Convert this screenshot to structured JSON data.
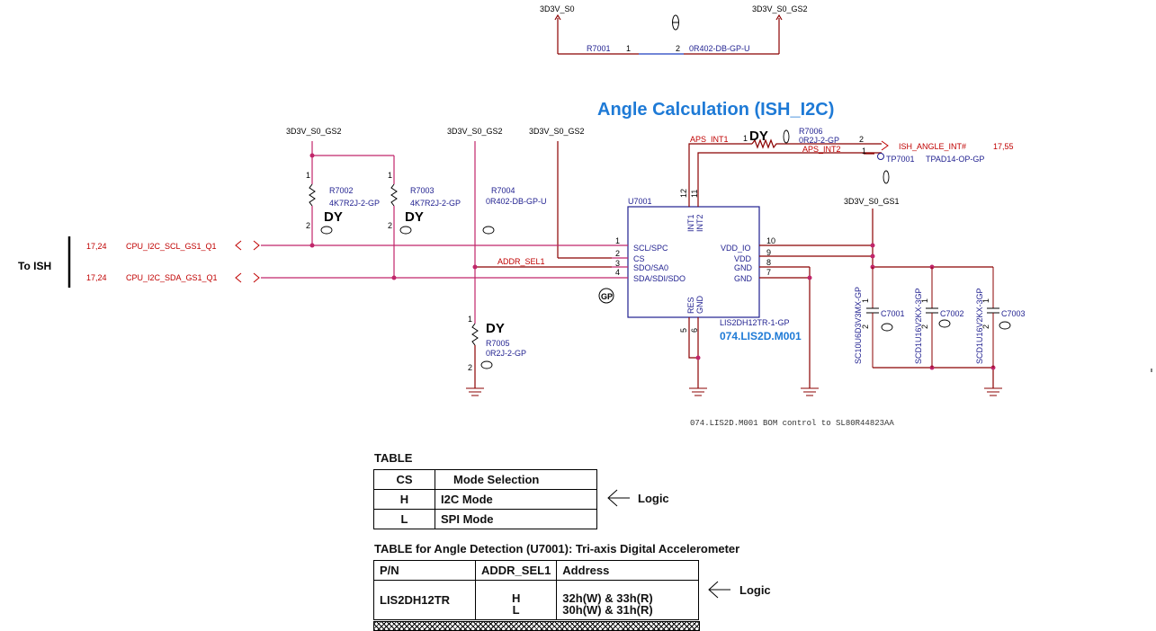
{
  "title": "Angle Calculation (ISH_I2C)",
  "to_label": "To ISH",
  "nets": {
    "top_left": "3D3V_S0",
    "top_right": "3D3V_S0_GS2",
    "pwr_a": "3D3V_S0_GS2",
    "pwr_b": "3D3V_S0_GS2",
    "pwr_c": "3D3V_S0_GS2",
    "pwr_gs1": "3D3V_S0_GS1",
    "scl": "CPU_I2C_SCL_GS1_Q1",
    "sda": "CPU_I2C_SDA_GS1_Q1",
    "scl_page": "17,24",
    "sda_page": "17,24",
    "addr_sel": "ADDR_SEL1",
    "aps_int1": "APS_INT1",
    "aps_int2": "APS_INT2",
    "ish_angle": "ISH_ANGLE_INT#",
    "ish_angle_page": "17,55"
  },
  "parts": {
    "r7001": {
      "ref": "R7001",
      "pin1": "1",
      "pin2": "2",
      "value": "0R402-DB-GP-U"
    },
    "r7002": {
      "ref": "R7002",
      "value": "4K7R2J-2-GP",
      "pin1": "1",
      "pin2": "2",
      "dy": "DY"
    },
    "r7003": {
      "ref": "R7003",
      "value": "4K7R2J-2-GP",
      "pin1": "1",
      "pin2": "2",
      "dy": "DY"
    },
    "r7004": {
      "ref": "R7004",
      "value": "0R402-DB-GP-U"
    },
    "r7005": {
      "ref": "R7005",
      "value": "0R2J-2-GP",
      "pin1": "1",
      "pin2": "2",
      "dy": "DY"
    },
    "r7006": {
      "ref": "R7006",
      "value": "0R2J-2-GP",
      "pin1": "1",
      "pin2": "2",
      "dy": "DY"
    },
    "tp7001": {
      "ref": "TP7001",
      "value": "TPAD14-OP-GP",
      "pin": "1"
    },
    "u7001": {
      "ref": "U7001",
      "part": "LIS2DH12TR-1-GP",
      "bom": "074.LIS2D.M001",
      "left_pins": [
        {
          "num": "1",
          "name": "SCL/SPC"
        },
        {
          "num": "2",
          "name": "CS"
        },
        {
          "num": "3",
          "name": "SDO/SA0"
        },
        {
          "num": "4",
          "name": "SDA/SDI/SDO"
        }
      ],
      "right_pins": [
        {
          "num": "10",
          "name": "VDD_IO"
        },
        {
          "num": "9",
          "name": "VDD"
        },
        {
          "num": "8",
          "name": "GND"
        },
        {
          "num": "7",
          "name": "GND"
        }
      ],
      "top_pins": [
        {
          "num": "12",
          "name": "INT1"
        },
        {
          "num": "11",
          "name": "INT2"
        }
      ],
      "bottom_pins": [
        {
          "num": "5",
          "name": "RES"
        },
        {
          "num": "6",
          "name": "GND"
        }
      ],
      "gp": "GP"
    },
    "c7001": {
      "ref": "C7001",
      "value": "SC10U6D3V3MX-GP",
      "pin1": "1",
      "pin2": "2"
    },
    "c7002": {
      "ref": "C7002",
      "value": "SCD1U16V2KX-3GP",
      "pin1": "1",
      "pin2": "2"
    },
    "c7003": {
      "ref": "C7003",
      "value": "SCD1U16V2KX-3GP",
      "pin1": "1",
      "pin2": "2"
    }
  },
  "bom_note": "074.LIS2D.M001 BOM control to SL80R44823AA",
  "table1": {
    "title": "TABLE",
    "rows": [
      [
        "CS",
        "Mode Selection"
      ],
      [
        "H",
        "I2C Mode"
      ],
      [
        "L",
        "SPI Mode"
      ]
    ],
    "logic": "Logic"
  },
  "table2": {
    "title": "TABLE for Angle Detection (U7001): Tri-axis Digital Accelerometer",
    "headers": [
      "P/N",
      "ADDR_SEL1",
      "Address"
    ],
    "pn": "LIS2DH12TR",
    "sel_h": "H",
    "sel_l": "L",
    "addr_h": "32h(W) & 33h(R)",
    "addr_l": "30h(W) & 31h(R)",
    "logic": "Logic"
  }
}
